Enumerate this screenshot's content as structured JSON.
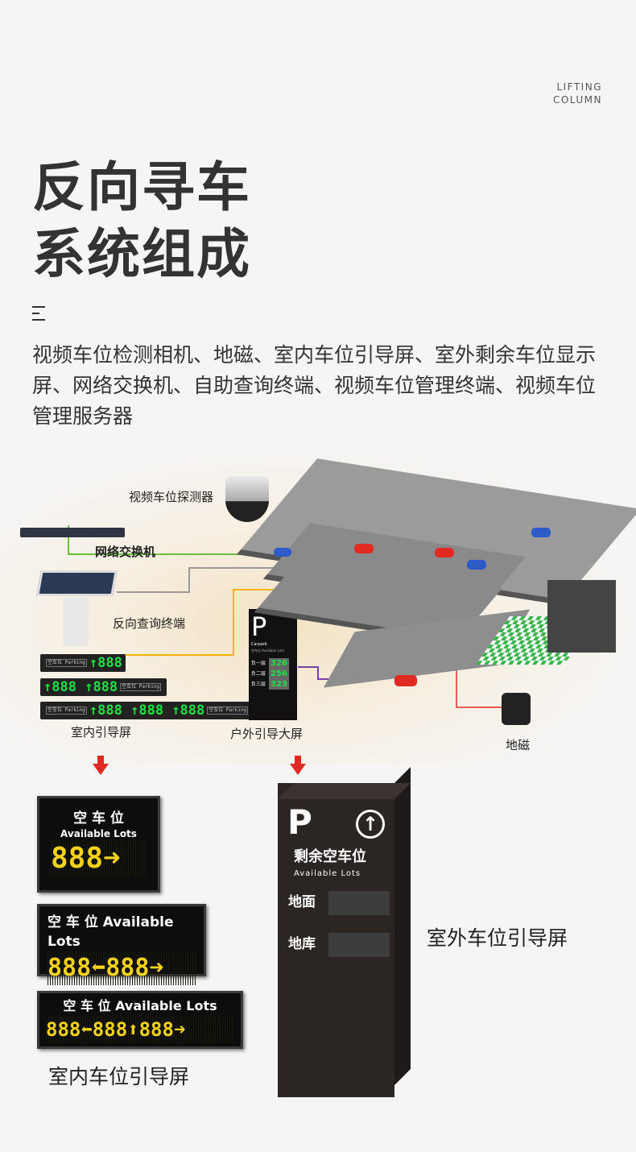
{
  "header": {
    "tag_line1": "LIFTING",
    "tag_line2": "COLUMN",
    "title_line1": "反向寻车",
    "title_line2": "系统组成"
  },
  "description": "视频车位检测相机、地磁、室内车位引导屏、室外剩余车位显示屏、网络交换机、自助查询终端、视频车位管理终端、视频车位管理服务器",
  "diagram": {
    "camera_label": "视频车位探测器",
    "switch_label": "网络交换机",
    "kiosk_label": "反向查询终端",
    "indoor_label": "室内引导屏",
    "outdoor_label": "户外引导大屏",
    "magnet_label": "地磁",
    "led_tag": "空车位 Parking",
    "led_value": "↑888",
    "outdoor_mini": {
      "letter": "P",
      "brand": "Carpark",
      "subtitle": "空车位 Available Lots",
      "floors": [
        "负一层",
        "负二层",
        "负三层"
      ],
      "values": [
        "326",
        "256",
        "323"
      ]
    }
  },
  "indoor_signs": {
    "sign1": {
      "cn": "空 车 位",
      "en": "Available Lots",
      "value": "888➜"
    },
    "sign2": {
      "header": "空 车 位 Available Lots",
      "value": "888⬅888➜"
    },
    "sign3": {
      "header": "空 车 位 Available Lots",
      "value": "888⬅888⬆888➜"
    },
    "caption": "室内车位引导屏"
  },
  "outdoor_sign": {
    "letter": "P",
    "arrow": "↑",
    "cn": "剩余空车位",
    "en": "Available Lots",
    "rows": [
      "地面",
      "地库"
    ],
    "caption": "室外车位引导屏"
  },
  "colors": {
    "led_green": "#1ee040",
    "amber": "#f4d21a",
    "red": "#e12b22",
    "line_green": "#6bbf3a",
    "line_yellow": "#f0b400",
    "line_purple": "#7b3fa8"
  }
}
